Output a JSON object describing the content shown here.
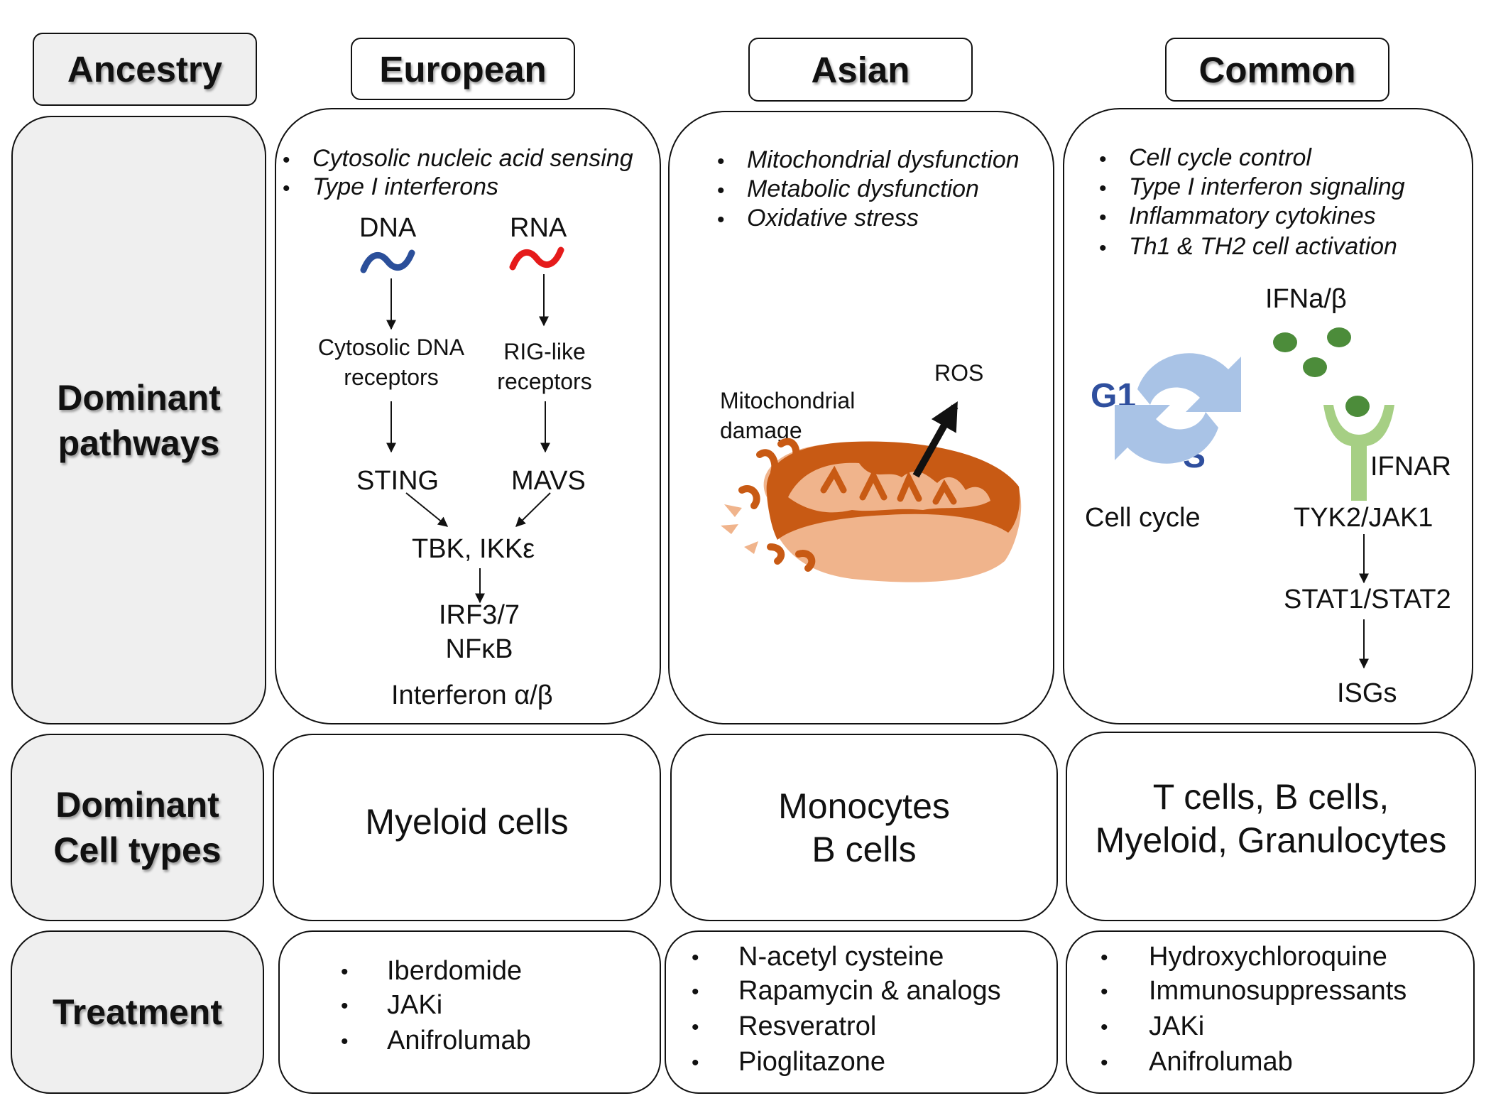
{
  "headers": {
    "ancestry": "Ancestry",
    "european": "European",
    "asian": "Asian",
    "common": "Common"
  },
  "row_labels": {
    "pathways_line1": "Dominant",
    "pathways_line2": "pathways",
    "cells_line1": "Dominant",
    "cells_line2": "Cell types",
    "treatment": "Treatment"
  },
  "european": {
    "bullets": [
      "Cytosolic nucleic acid sensing",
      "Type I interferons"
    ],
    "dna": "DNA",
    "rna": "RNA",
    "cdr_line1": "Cytosolic DNA",
    "cdr_line2": "receptors",
    "rig_line1": "RIG-like",
    "rig_line2": "receptors",
    "sting": "STING",
    "mavs": "MAVS",
    "tbk": "TBK, IKKε",
    "irf": "IRF3/7",
    "nfkb": "NFκB",
    "ifn": "Interferon α/β",
    "cells": "Myeloid cells",
    "treatments": [
      "Iberdomide",
      "JAKi",
      "Anifrolumab"
    ]
  },
  "asian": {
    "bullets": [
      "Mitochondrial dysfunction",
      "Metabolic dysfunction",
      "Oxidative stress"
    ],
    "damage_line1": "Mitochondrial",
    "damage_line2": "damage",
    "ros": "ROS",
    "cells_line1": "Monocytes",
    "cells_line2": "B cells",
    "treatments": [
      "N-acetyl cysteine",
      "Rapamycin & analogs",
      "Resveratrol",
      "Pioglitazone"
    ]
  },
  "common": {
    "bullets": [
      "Cell cycle control",
      "Type I  interferon signaling",
      "Inflammatory cytokines",
      "Th1 & TH2 cell activation"
    ],
    "ifn": "IFNa/β",
    "g1": "G1",
    "s": "S",
    "cell_cycle": "Cell cycle",
    "ifnar": "IFNAR",
    "tyk": "TYK2/JAK1",
    "stat": "STAT1/STAT2",
    "isgs": "ISGs",
    "cells_line1": "T cells, B cells,",
    "cells_line2": "Myeloid, Granulocytes",
    "treatments": [
      "Hydroxychloroquine",
      "Immunosuppressants",
      "JAKi",
      "Anifrolumab"
    ]
  },
  "colors": {
    "dna_wave": "#2b4f9a",
    "rna_wave": "#e51b1b",
    "cycle_arrow": "#a9c3e6",
    "g1_s_text": "#2f4f9e",
    "ifn_dots": "#4c8c3a",
    "receptor": "#a6cf84",
    "mito_dark": "#c85a14",
    "mito_light": "#f0b48c",
    "label_bg": "#efefef"
  },
  "icons": [
    "dna-wave-icon",
    "rna-wave-icon",
    "mitochondrion-icon",
    "cell-cycle-icon",
    "receptor-icon",
    "ifn-dot-icon"
  ]
}
